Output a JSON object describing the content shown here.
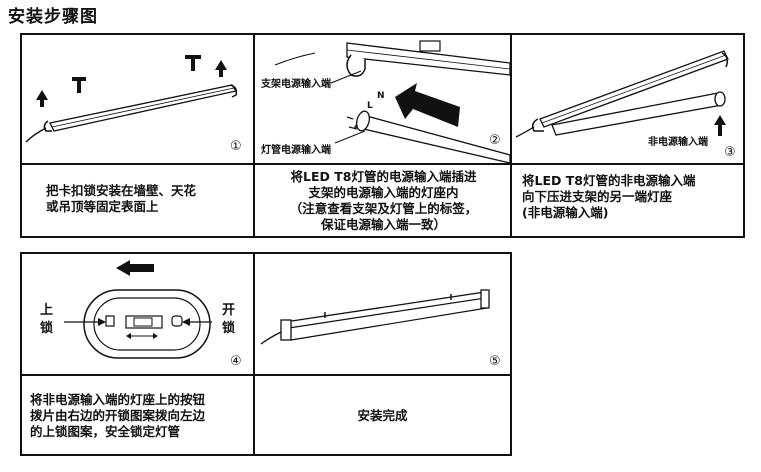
{
  "page_title": "安装步骤图",
  "steps": [
    {
      "number": "①",
      "caption_lines": [
        "把卡扣锁安装在墙壁、天花",
        "或吊顶等固定表面上"
      ]
    },
    {
      "number": "②",
      "label_bracket": "支架电源输入端",
      "label_tube": "灯管电源输入端",
      "tube_mark_l": "L",
      "tube_mark_n": "N",
      "caption_lines": [
        "将LED T8灯管的电源输入端插进",
        "支架的电源输入端的灯座内",
        "（注意查看支架及灯管上的标签，",
        "保证电源输入端一致）"
      ]
    },
    {
      "number": "③",
      "label_nonpower": "非电源输入端",
      "caption_lines": [
        "将LED T8灯管的非电源输入端",
        "向下压进支架的另一端灯座",
        "(非电源输入端)"
      ]
    },
    {
      "number": "④",
      "label_lock": "上锁",
      "label_unlock": "开锁",
      "caption_lines": [
        "将非电源输入端的灯座上的按钮",
        "拨片由右边的开锁图案拨向左边",
        "的上锁图案，安全锁定灯管"
      ]
    },
    {
      "number": "⑤",
      "caption_lines": [
        "安装完成"
      ]
    }
  ]
}
